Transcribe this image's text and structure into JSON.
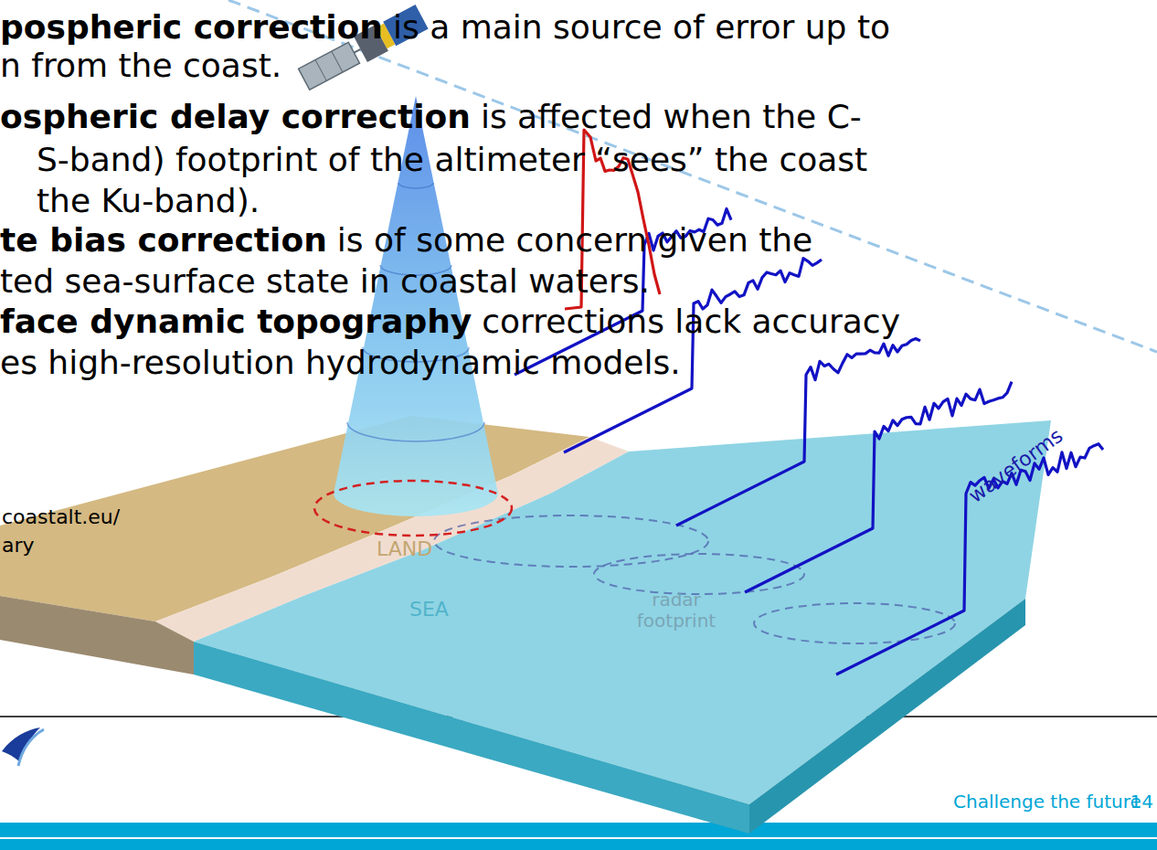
{
  "diagram": {
    "labels": [
      "pospheric correction",
      "is a main source of error up to",
      "n from the coast.",
      "ospheric delay correction",
      "is affected when the C-",
      "S-band) footprint of the altimeter “sees” the coast",
      "the Ku-band).",
      "te bias correction",
      "is of some concern given the",
      "ted sea-surface state in coastal waters.",
      "face dynamic topography",
      "corrections lack accuracy",
      "es high-resolution hydrodynamic models.",
      "coastalt.eu/",
      "ary",
      "LAND",
      "SEA",
      "radar footprint",
      "waveforms",
      "Challenge the future",
      "14"
    ]
  }
}
